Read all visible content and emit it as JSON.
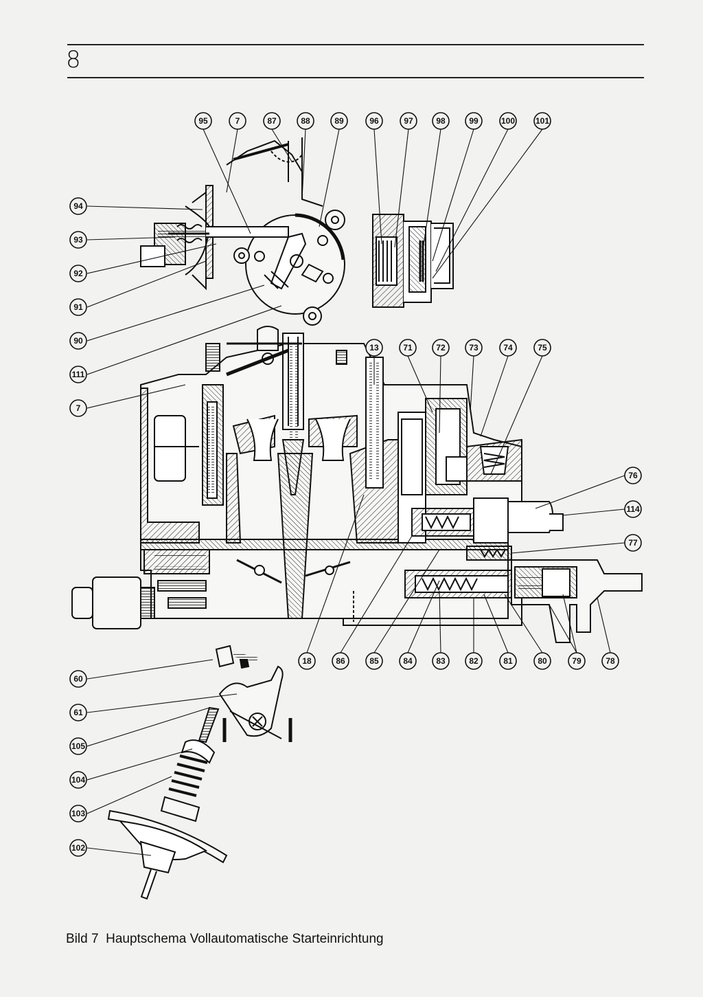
{
  "header": {
    "page_number": "8"
  },
  "caption": {
    "figure": "Bild 7",
    "title": "Hauptschema Vollautomatische Starteinrichtung"
  },
  "callouts": [
    "95",
    "7",
    "87",
    "88",
    "89",
    "96",
    "97",
    "98",
    "99",
    "100",
    "101",
    "94",
    "93",
    "92",
    "91",
    "90",
    "111",
    "13",
    "71",
    "72",
    "73",
    "74",
    "75",
    "76",
    "114",
    "77",
    "18",
    "86",
    "85",
    "84",
    "83",
    "82",
    "81",
    "80",
    "79",
    "78",
    "60",
    "61",
    "105",
    "104",
    "103",
    "102"
  ]
}
